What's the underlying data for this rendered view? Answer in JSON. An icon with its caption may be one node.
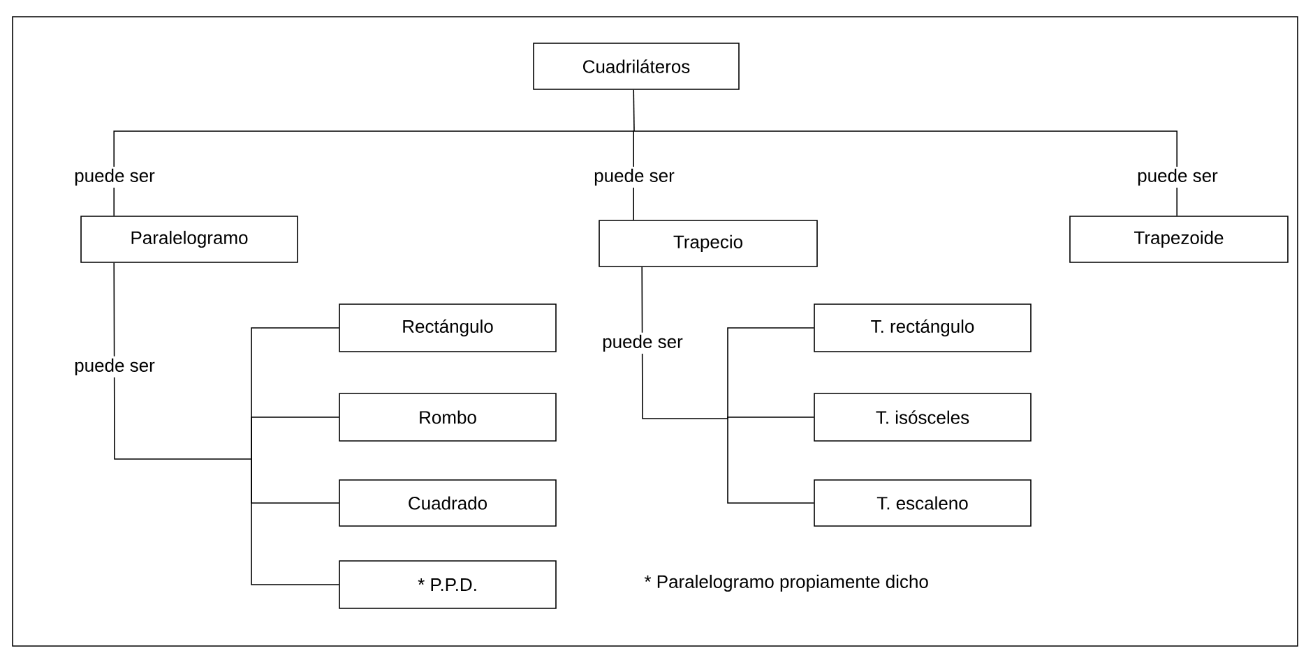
{
  "diagram": {
    "nodes": [
      {
        "text": [
          "Cuadriláteros"
        ]
      },
      {
        "text": [
          "Paralelogramo"
        ]
      },
      {
        "text": [
          "Trapecio"
        ]
      },
      {
        "text": [
          "Trapezoide"
        ]
      },
      {
        "text": [
          "Rectángulo"
        ]
      },
      {
        "text": [
          "Rombo"
        ]
      },
      {
        "text": [
          "Cuadrado"
        ]
      },
      {
        "text": [
          "* P.P.D."
        ]
      },
      {
        "text": [
          "T. rectángulo"
        ]
      },
      {
        "text": [
          "T. isósceles"
        ]
      },
      {
        "text": [
          "T. escaleno"
        ]
      }
    ],
    "edges": [
      {
        "from": 0,
        "to": 1,
        "arrow": "none",
        "label": "puede ser"
      },
      {
        "from": 0,
        "to": 2,
        "arrow": "none",
        "label": "puede ser"
      },
      {
        "from": 0,
        "to": 3,
        "arrow": "none",
        "label": "puede ser"
      },
      {
        "from": 1,
        "to": 4,
        "arrow": "none",
        "label": "puede ser"
      },
      {
        "from": 1,
        "to": 5,
        "arrow": "none"
      },
      {
        "from": 1,
        "to": 6,
        "arrow": "none"
      },
      {
        "from": 1,
        "to": 7,
        "arrow": "none"
      },
      {
        "from": 2,
        "to": 8,
        "arrow": "none",
        "label": "puede ser"
      },
      {
        "from": 2,
        "to": 9,
        "arrow": "none"
      },
      {
        "from": 2,
        "to": 10,
        "arrow": "none"
      }
    ],
    "labels": [
      "* Paralelogramo propiamente dicho"
    ]
  }
}
